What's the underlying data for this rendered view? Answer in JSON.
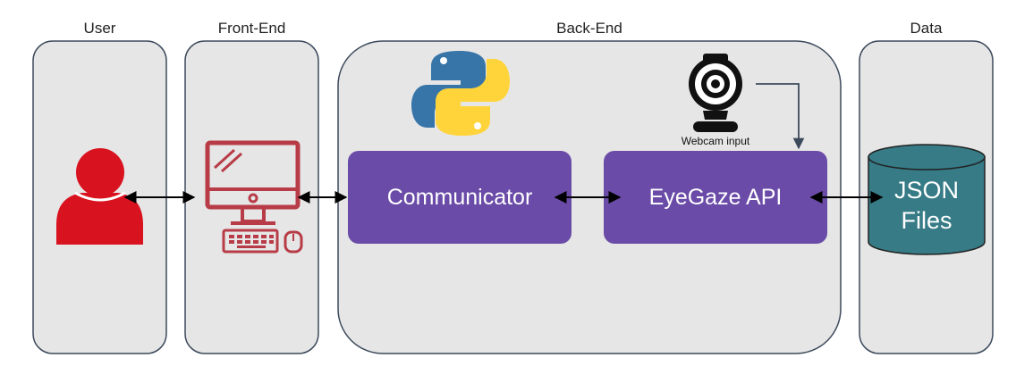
{
  "lanes": {
    "user": "User",
    "frontend": "Front-End",
    "backend": "Back-End",
    "data": "Data"
  },
  "nodes": {
    "communicator": "Communicator",
    "eyegaze_api": "EyeGaze API",
    "json_line1": "JSON",
    "json_line2": "Files",
    "webcam_label": "Webcam input"
  },
  "colors": {
    "lane_fill": "#e6e6e6",
    "lane_stroke": "#3d4a5c",
    "process_fill": "#6a4ba8",
    "database_fill": "#367b86",
    "user_icon": "#d9121f",
    "computer_icon": "#b83c47",
    "python_blue": "#3775a9",
    "python_yellow": "#ffd43b"
  },
  "icons": [
    "user-icon",
    "computer-icon",
    "python-logo-icon",
    "webcam-icon",
    "database-icon"
  ]
}
